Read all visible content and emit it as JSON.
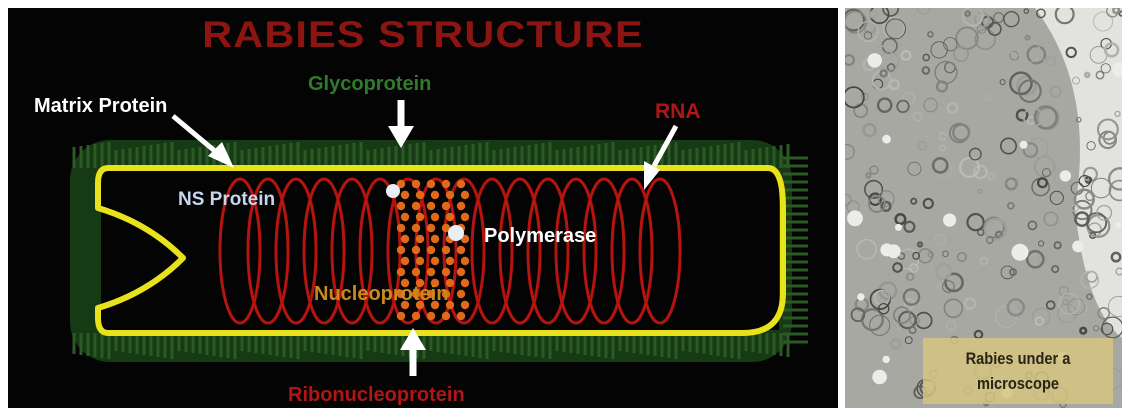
{
  "diagram": {
    "title": "RABIES STRUCTURE",
    "labels": {
      "glycoprotein": "Glycoprotein",
      "matrix_protein": "Matrix Protein",
      "rna": "RNA",
      "ns_protein": "NS Protein",
      "polymerase": "Polymerase",
      "nucleoprotein": "Nucleoprotein",
      "ribonucleoprotein": "Ribonucleoprotein"
    },
    "colors": {
      "background": "#040404",
      "title": "#8c1512",
      "glycoprotein_spikes": "#2b5a24",
      "envelope": "#e8e21a",
      "rna_coil": "#b5140f",
      "nucleoprotein_beads": "#e06a1a",
      "labels_white": "#ffffff"
    }
  },
  "micrograph": {
    "caption": "Rabies under a microscope",
    "caption_background": "#d6c480"
  }
}
